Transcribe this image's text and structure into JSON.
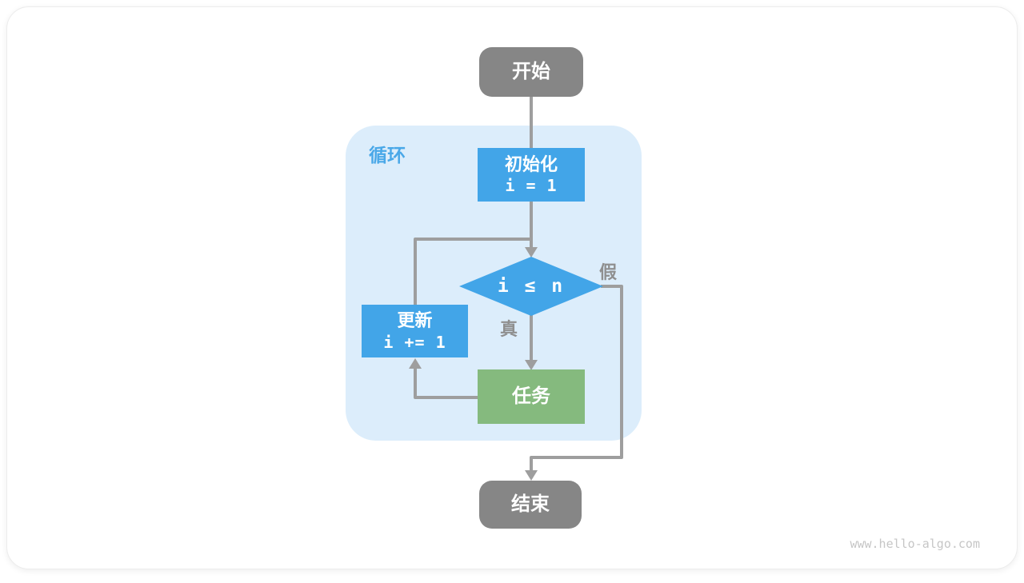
{
  "page": {
    "watermark": "www.hello-algo.com"
  },
  "flowchart": {
    "start": {
      "label": "开始"
    },
    "loop_container": {
      "label": "循环"
    },
    "init": {
      "title": "初始化",
      "code": "i = 1"
    },
    "condition": {
      "code": "i ≤ n"
    },
    "branches": {
      "true_label": "真",
      "false_label": "假"
    },
    "update": {
      "title": "更新",
      "code": "i += 1"
    },
    "task": {
      "label": "任务"
    },
    "end": {
      "label": "结束"
    },
    "colors": {
      "node_blue": "#42A5E8",
      "node_green": "#85BA7E",
      "node_gray": "#868686",
      "loop_bg": "#DCEDFB",
      "loop_label": "#4AA8E8",
      "connector": "#9E9E9E",
      "branch_label": "#8F8F8F",
      "watermark": "#C6C6C6"
    }
  }
}
